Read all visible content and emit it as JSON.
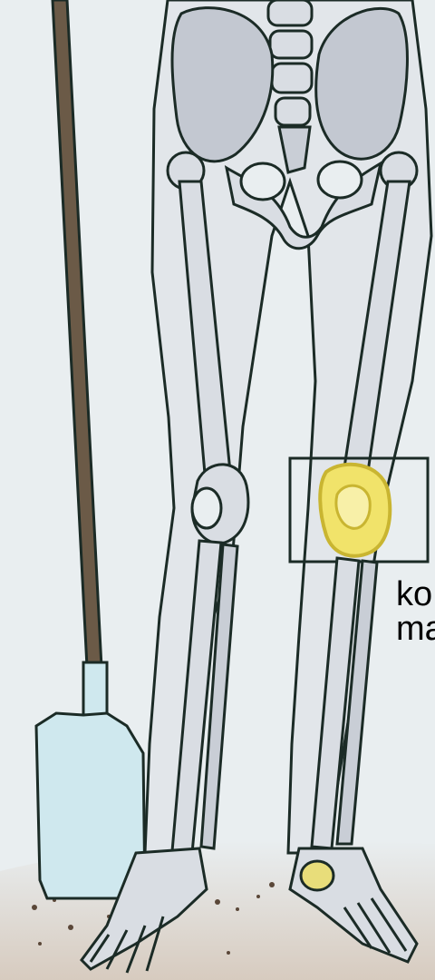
{
  "illustration": {
    "subject": "skeleton-legs-with-spade",
    "colors": {
      "background": "#e9eef0",
      "bone_fill": "#d9dde3",
      "bone_outline": "#1b2b26",
      "bone_shadow": "#b9bec8",
      "highlight": "#f1e36a",
      "highlight_dark": "#c9b531",
      "spade_handle": "#6b5a47",
      "spade_blade": "#cfe8ee",
      "ground": "#d7cbbf",
      "pebbles": "#5a4738"
    }
  },
  "label": {
    "line1": "ko",
    "line2": "ma"
  }
}
